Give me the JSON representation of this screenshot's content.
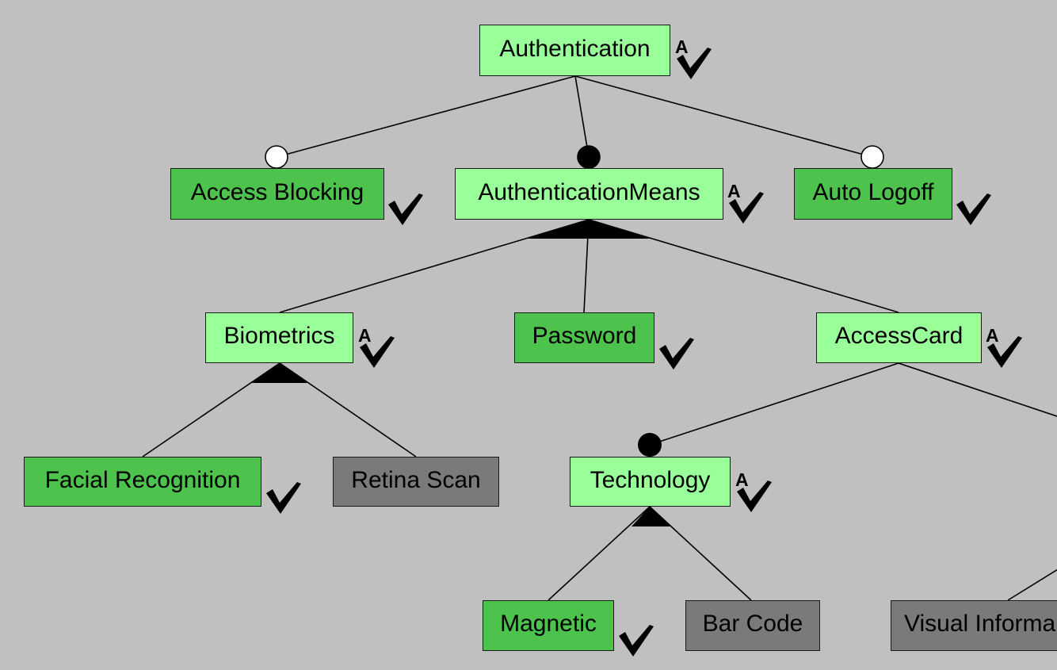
{
  "diagram": {
    "features": {
      "authentication": {
        "label": "Authentication",
        "state": "auto-selected"
      },
      "access_blocking": {
        "label": "Access Blocking",
        "state": "selected"
      },
      "authentication_means": {
        "label": "AuthenticationMeans",
        "state": "auto-selected"
      },
      "auto_logoff": {
        "label": "Auto Logoff",
        "state": "selected"
      },
      "biometrics": {
        "label": "Biometrics",
        "state": "auto-selected"
      },
      "password": {
        "label": "Password",
        "state": "selected"
      },
      "access_card": {
        "label": "AccessCard",
        "state": "auto-selected"
      },
      "facial_recognition": {
        "label": "Facial Recognition",
        "state": "selected"
      },
      "retina_scan": {
        "label": "Retina Scan",
        "state": "deselected"
      },
      "technology": {
        "label": "Technology",
        "state": "auto-selected"
      },
      "magnetic": {
        "label": "Magnetic",
        "state": "selected"
      },
      "bar_code": {
        "label": "Bar Code",
        "state": "deselected"
      },
      "visual_information": {
        "label": "Visual Informa",
        "state": "deselected"
      }
    },
    "auto_mark_letter": "A",
    "colors": {
      "background": "#c0c0c0",
      "auto_selected": "#99ff99",
      "selected": "#4dc24d",
      "deselected": "#7a7a7a"
    }
  }
}
